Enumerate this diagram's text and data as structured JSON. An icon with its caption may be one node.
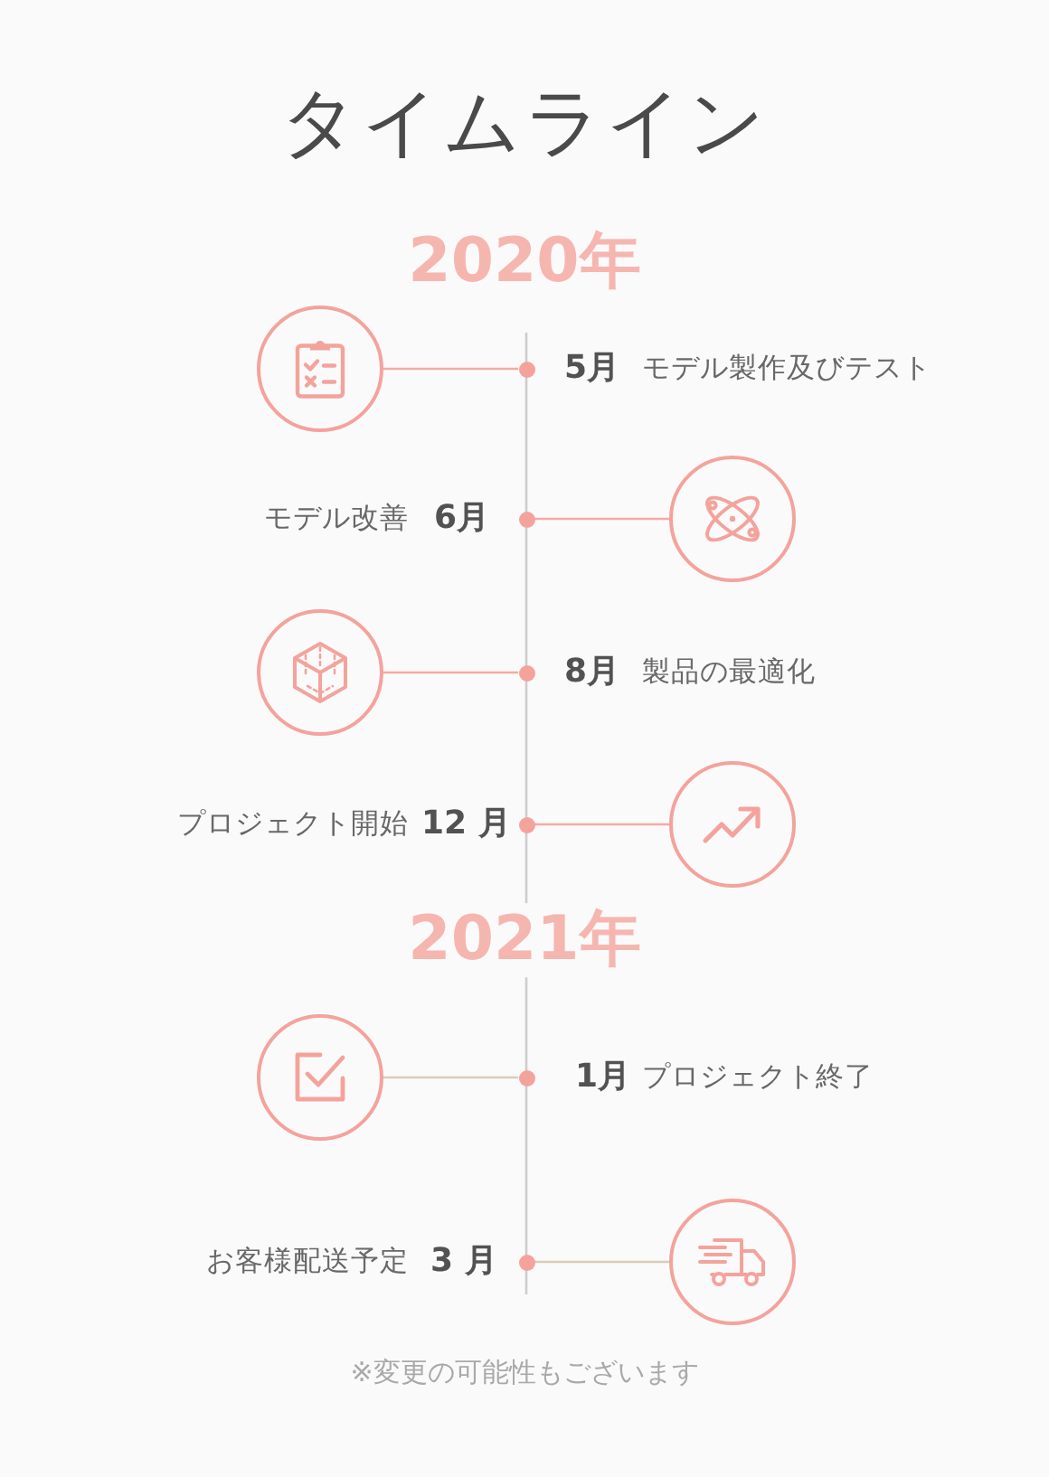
{
  "diagram": {
    "title": "タイムライン",
    "nodes": [
      {
        "text": [],
        "shape": "circle"
      },
      {
        "text": [],
        "shape": "dot",
        "beside": [
          "5月",
          "モデル製作及びテスト"
        ]
      },
      {
        "text": [],
        "shape": "dot",
        "beside": [
          "モデル改善",
          "6月"
        ]
      },
      {
        "text": [],
        "shape": "circle"
      },
      {
        "text": [],
        "shape": "circle"
      },
      {
        "text": [],
        "shape": "dot",
        "beside": [
          "8月",
          "製品の最適化"
        ]
      },
      {
        "text": [],
        "shape": "dot",
        "beside": [
          "プロジェクト開始",
          "12 月"
        ]
      },
      {
        "text": [],
        "shape": "circle"
      },
      {
        "text": [],
        "shape": "circle"
      },
      {
        "text": [],
        "shape": "dot",
        "beside": [
          "1月",
          "プロジェクト終了"
        ]
      },
      {
        "text": [],
        "shape": "dot",
        "beside": [
          "お客様配送予定",
          "3 月"
        ]
      },
      {
        "text": [],
        "shape": "circle"
      }
    ],
    "edges": [
      {
        "from": 0,
        "to": 1,
        "arrow": "none"
      },
      {
        "from": 2,
        "to": 3,
        "arrow": "none"
      },
      {
        "from": 4,
        "to": 5,
        "arrow": "none"
      },
      {
        "from": 6,
        "to": 7,
        "arrow": "none"
      },
      {
        "from": 8,
        "to": 9,
        "arrow": "none",
        "color": "#d9cdb9"
      },
      {
        "from": 10,
        "to": 11,
        "arrow": "none",
        "color": "#d9cdb9"
      }
    ],
    "labels": [
      "2020年",
      "2021年"
    ],
    "caption": "※変更の可能性もございます"
  }
}
